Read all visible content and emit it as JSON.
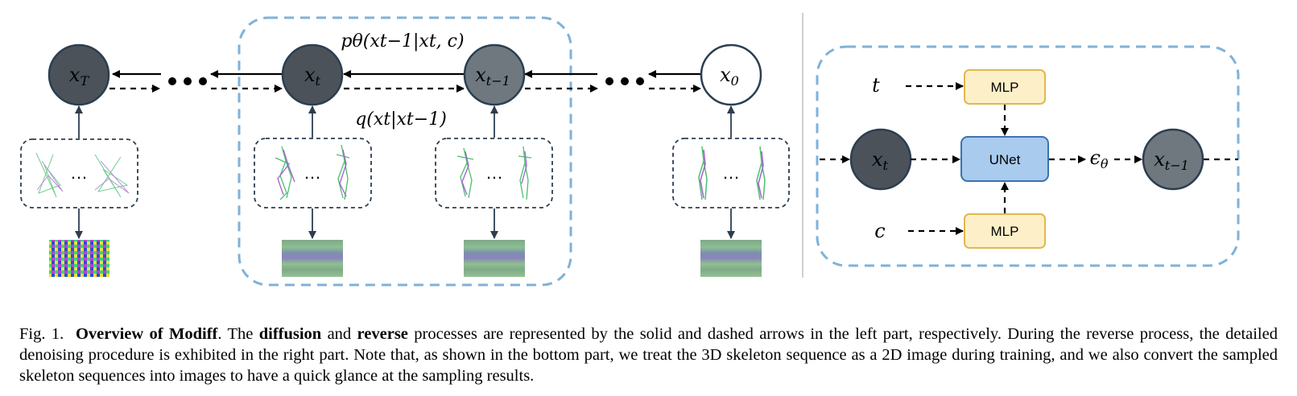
{
  "nodes": {
    "xT": "x",
    "xT_sub": "T",
    "xt": "x",
    "xt_sub": "t",
    "xtm1": "x",
    "xtm1_sub": "t−1",
    "x0": "x",
    "x0_sub": "0"
  },
  "labels": {
    "p_theta": "pθ(xt−1|xt, c)",
    "q": "q(xt|xt−1)",
    "dots_mid": "…"
  },
  "right_panel": {
    "t_label": "t",
    "c_label": "c",
    "mlp_top": "MLP",
    "mlp_bottom": "MLP",
    "unet": "UNet",
    "epsilon": "ϵ",
    "epsilon_sub": "θ",
    "in_node": "x",
    "in_node_sub": "t",
    "out_node": "x",
    "out_node_sub": "t−1"
  },
  "colors": {
    "dark_node": "#4b5259",
    "mid_node": "#6f787f",
    "node_stroke": "#2c3e50",
    "dashed_box": "#7fb2d9",
    "mlp_fill": "#fdf0c8",
    "mlp_stroke": "#e0b84f",
    "unet_fill": "#a8cbee",
    "unet_stroke": "#3b73b0"
  },
  "caption": {
    "fig": "Fig. 1.",
    "title": "Overview of Modiff",
    "t1": ". The ",
    "b1": "diffusion",
    "t2": " and ",
    "b2": "reverse",
    "t3": " processes are represented by the solid and dashed arrows in the left part, respectively. During the reverse process, the detailed denoising procedure is exhibited in the right part. Note that, as shown in the bottom part, we treat the 3D skeleton sequence as a 2D image during training, and we also convert the sampled skeleton sequences into images to have a quick glance at the sampling results."
  }
}
